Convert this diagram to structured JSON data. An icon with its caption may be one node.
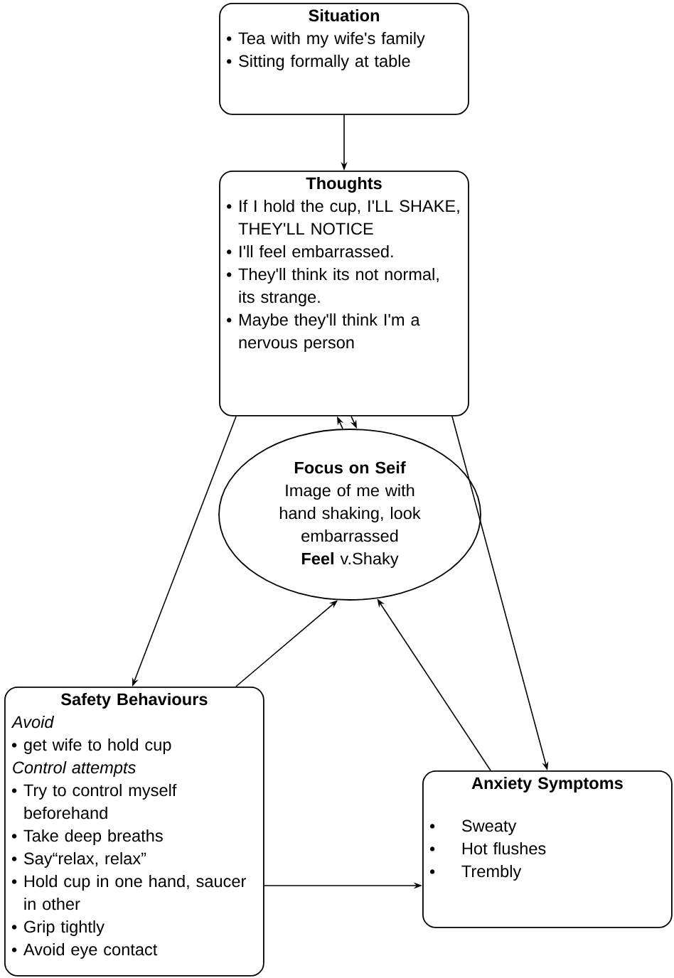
{
  "diagram": {
    "nodes": [
      {
        "text": [
          "Situation",
          "Tea with my wife's family",
          "Sitting formally at table"
        ]
      },
      {
        "text": [
          "Thoughts",
          "If I hold the cup, I'LL SHAKE, THEY'LL NOTICE",
          "I'll feel embarrassed.",
          "They'll think its not normal, its strange.",
          "Maybe they'll think I'm a nervous person"
        ]
      },
      {
        "text": [
          "Focus on Seif",
          "Image of me with hand shaking, look embarrassed",
          "**Feel** v.Shaky"
        ]
      },
      {
        "text": [
          "Safety Behaviours",
          "Avoid",
          "get wife to hold cup",
          "Control attempts",
          "Try to control myself beforehand",
          "Take deep breaths",
          "Say“relax, relax”",
          "Hold cup in one hand, saucer in other",
          "Grip tightly",
          "Avoid eye contact"
        ]
      },
      {
        "text": [
          "Anxiety Symptoms",
          "Sweaty",
          "Hot flushes",
          "Trembly"
        ]
      }
    ],
    "edges": [
      {
        "from": 0,
        "to": 1,
        "arrow": "to"
      },
      {
        "from": 2,
        "to": 1,
        "arrow": "to"
      },
      {
        "from": 1,
        "to": 2,
        "arrow": "to"
      },
      {
        "from": 1,
        "to": 3,
        "arrow": "to"
      },
      {
        "from": 1,
        "to": 4,
        "arrow": "to"
      },
      {
        "from": 3,
        "to": 2,
        "arrow": "to"
      },
      {
        "from": 4,
        "to": 2,
        "arrow": "to"
      },
      {
        "from": 3,
        "to": 4,
        "arrow": "to"
      }
    ]
  }
}
